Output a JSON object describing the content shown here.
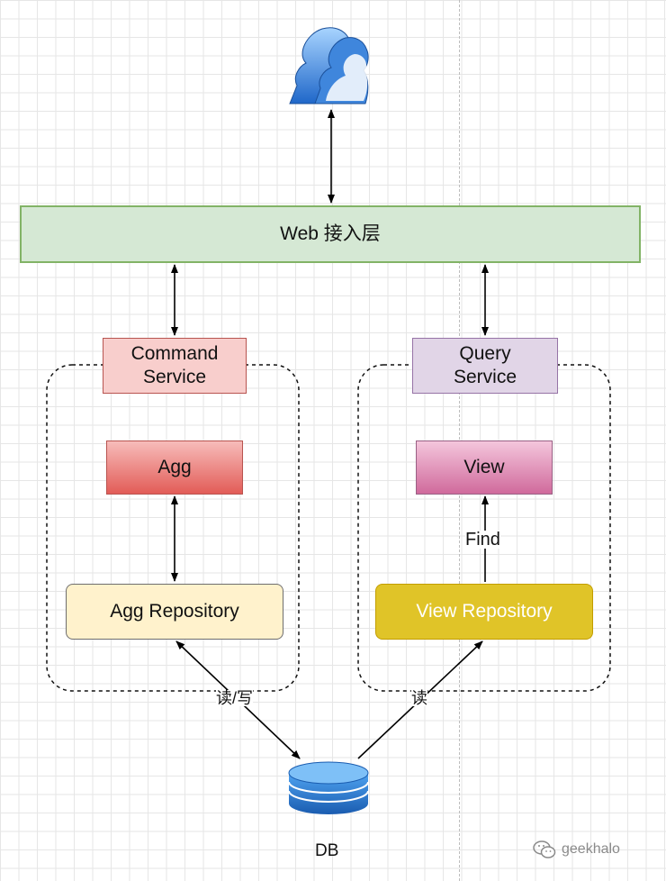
{
  "nodes": {
    "web": "Web 接入层",
    "command_service": "Command\nService",
    "query_service": "Query\nService",
    "agg": "Agg",
    "view": "View",
    "agg_repository": "Agg Repository",
    "view_repository": "View Repository",
    "db": "DB"
  },
  "edges": {
    "find": "Find",
    "read_write": "读/写",
    "read": "读"
  },
  "icons": {
    "user": "users-icon",
    "database": "database-icon",
    "watermark_icon": "wechat-icon"
  },
  "watermark": "geekhalo",
  "colors": {
    "web_fill": "#d5e8d4",
    "command_fill": "#f8cecc",
    "query_fill": "#e1d5e7",
    "agg_fill": "#e25c57",
    "view_fill": "#d06a9c",
    "agg_repo_fill": "#fff2cc",
    "view_repo_fill": "#e0c428",
    "db_fill": "#2a78c9"
  }
}
